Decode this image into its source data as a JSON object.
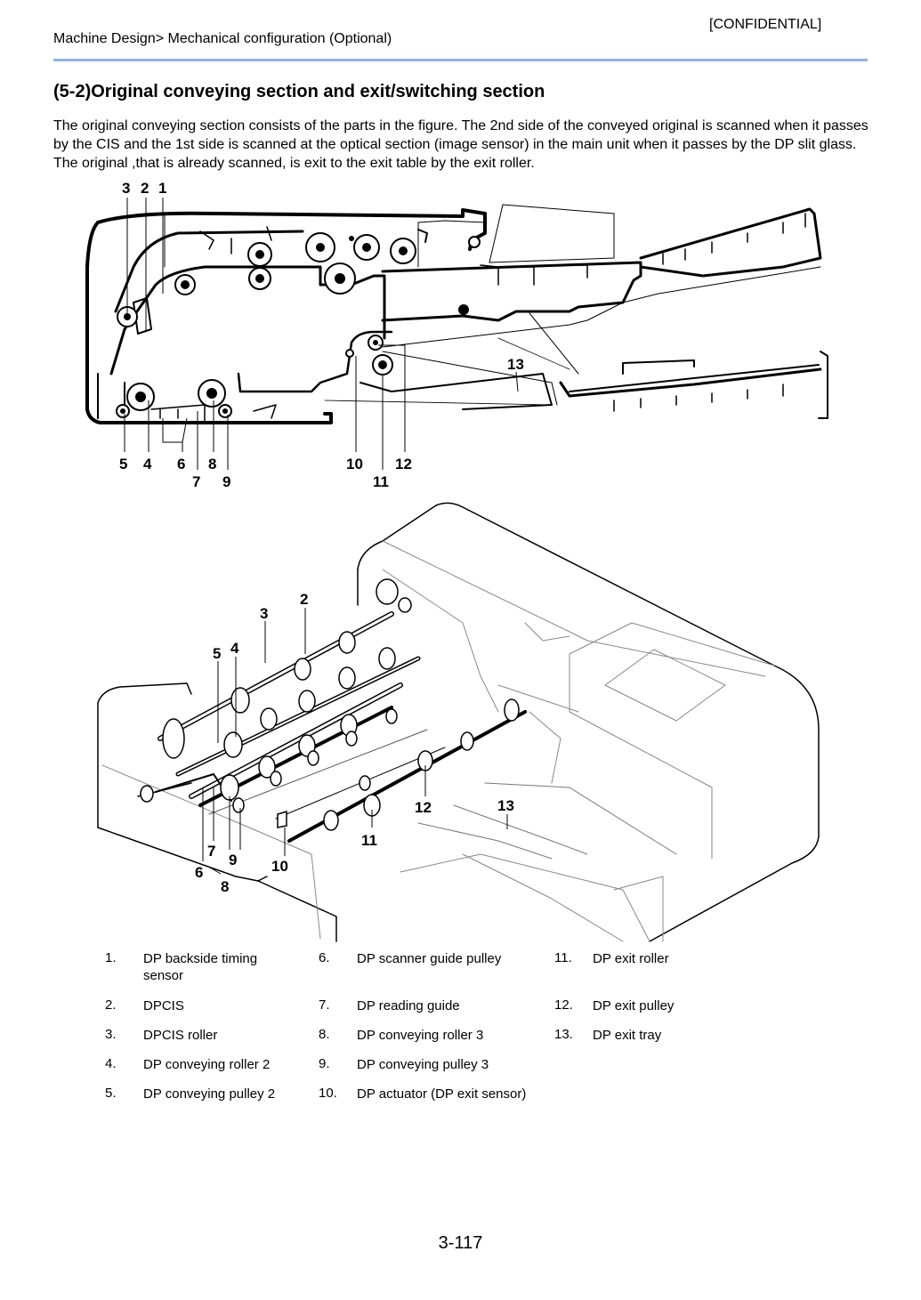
{
  "header": {
    "confidential": "[CONFIDENTIAL]",
    "breadcrumb": "Machine Design> Mechanical configuration (Optional)",
    "rule_color": "#8db3e2"
  },
  "section": {
    "title": "(5-2)Original conveying section and exit/switching section",
    "intro": "The original conveying section consists of the parts in the figure. The 2nd side of the conveyed original is scanned when it passes by the CIS and the 1st side is scanned at the optical section (image sensor) in the main unit when it passes by the DP slit glass. The original ,that is already scanned, is exit to the exit table by the exit roller."
  },
  "figure1": {
    "callouts": [
      "3",
      "2",
      "1",
      "5",
      "4",
      "6",
      "8",
      "7",
      "9",
      "10",
      "12",
      "11",
      "13"
    ]
  },
  "figure2": {
    "callouts": [
      "2",
      "3",
      "5",
      "4",
      "12",
      "13",
      "11",
      "7",
      "9",
      "10",
      "6",
      "8"
    ]
  },
  "legend": [
    {
      "num": "1.",
      "text": "DP backside timing sensor"
    },
    {
      "num": "2.",
      "text": "DPCIS"
    },
    {
      "num": "3.",
      "text": "DPCIS roller"
    },
    {
      "num": "4.",
      "text": "DP conveying roller 2"
    },
    {
      "num": "5.",
      "text": "DP conveying pulley 2"
    },
    {
      "num": "6.",
      "text": "DP scanner guide pulley"
    },
    {
      "num": "7.",
      "text": "DP reading guide"
    },
    {
      "num": "8.",
      "text": "DP conveying roller 3"
    },
    {
      "num": "9.",
      "text": "DP conveying pulley 3"
    },
    {
      "num": "10.",
      "text": "DP actuator (DP exit sensor)"
    },
    {
      "num": "11.",
      "text": "DP exit roller"
    },
    {
      "num": "12.",
      "text": "DP exit pulley"
    },
    {
      "num": "13.",
      "text": "DP exit tray"
    }
  ],
  "footer": {
    "page_number": "3-117"
  }
}
